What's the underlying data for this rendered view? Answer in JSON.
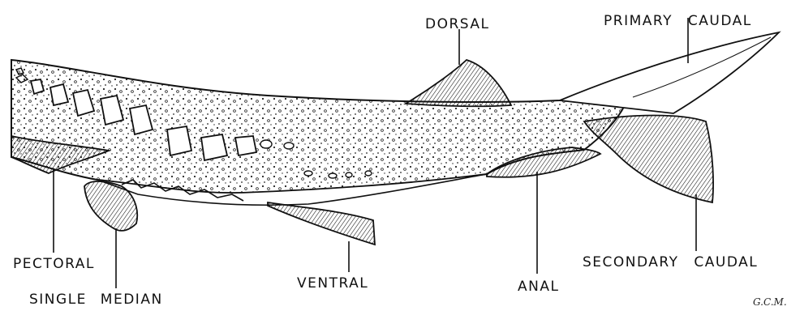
{
  "labels": {
    "dorsal": "DORSAL",
    "primary_caudal": "PRIMARY CAUDAL",
    "pectoral": "PECTORAL",
    "single_median": "SINGLE MEDIAN",
    "ventral": "VENTRAL",
    "anal": "ANAL",
    "secondary_caudal": "SECONDARY CAUDAL"
  },
  "signature": "G.C.M.",
  "colors": {
    "ink": "#111111",
    "paper": "#ffffff"
  }
}
